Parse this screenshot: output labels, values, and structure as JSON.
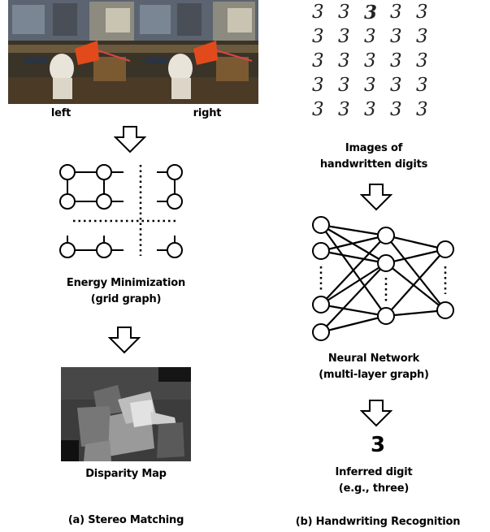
{
  "stereo": {
    "left_label": "left",
    "right_label": "right",
    "energy_line1": "Energy Minimization",
    "energy_line2": "(grid graph)",
    "disparity_label": "Disparity Map",
    "caption": "(a) Stereo Matching"
  },
  "handwriting": {
    "digits_line1": "Images of",
    "digits_line2": "handwritten digits",
    "network_line1": "Neural Network",
    "network_line2": "(multi-layer graph)",
    "inferred_digit": "3",
    "inferred_line1": "Inferred digit",
    "inferred_line2": "(e.g., three)",
    "caption": "(b) Handwriting Recognition",
    "digit_grid": [
      [
        "3",
        "3",
        "3",
        "3",
        "3"
      ],
      [
        "3",
        "3",
        "3",
        "3",
        "3"
      ],
      [
        "3",
        "3",
        "3",
        "3",
        "3"
      ],
      [
        "3",
        "3",
        "3",
        "3",
        "3"
      ],
      [
        "3",
        "3",
        "3",
        "3",
        "3"
      ]
    ]
  },
  "icons": {
    "arrow": "down-arrow-icon"
  }
}
